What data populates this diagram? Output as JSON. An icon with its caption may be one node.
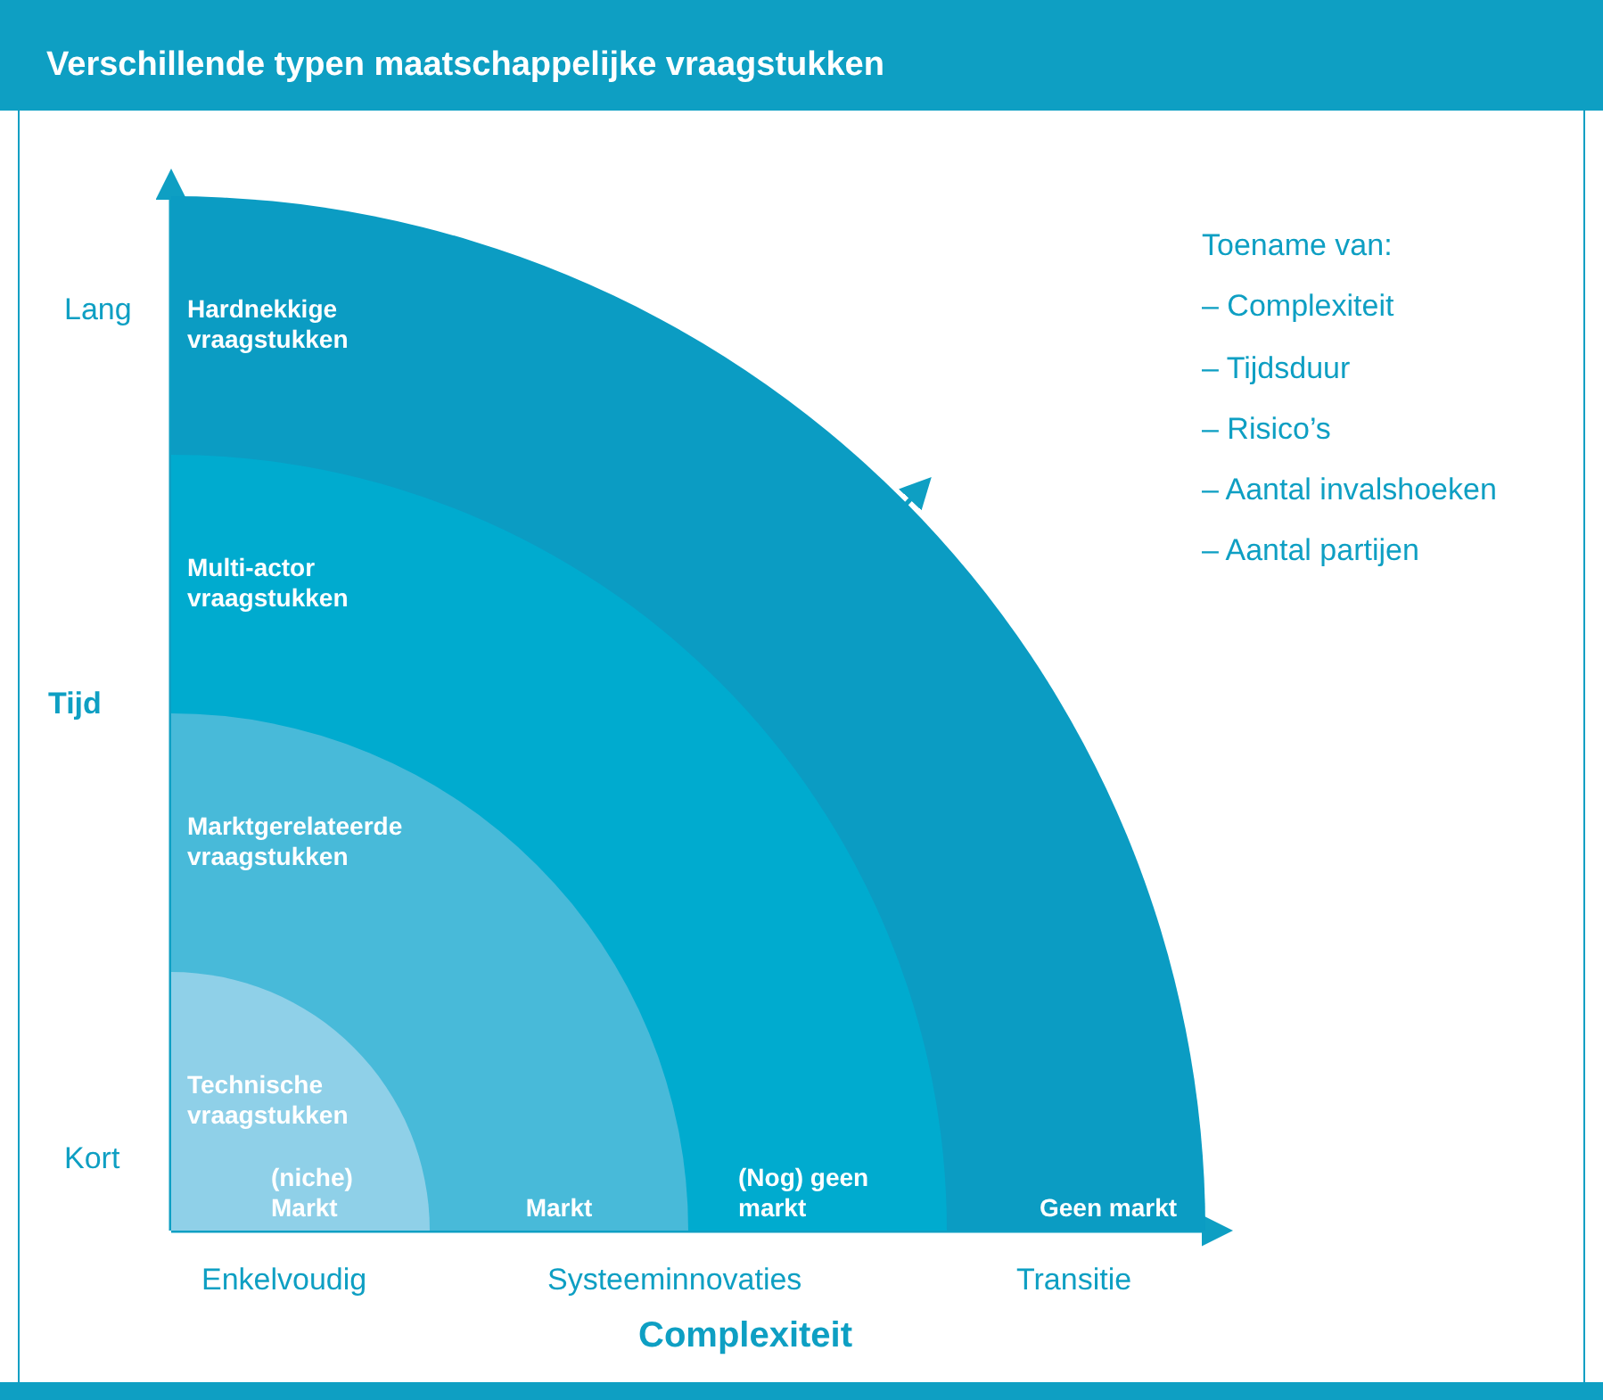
{
  "diagram": {
    "title": "Verschillende typen maatschappelijke vraagstukken",
    "nodes": [
      {
        "text": [
          "Hardnekkige vraagstukken",
          "Geen markt"
        ]
      },
      {
        "text": [
          "Multi-actor vraagstukken",
          "(Nog) geen markt"
        ],
        "in": 0
      },
      {
        "text": [
          "Marktgerelateerde vraagstukken",
          "Markt"
        ],
        "in": 1
      },
      {
        "text": [
          "Technische vraagstukken",
          "(niche) Markt"
        ],
        "in": 2
      }
    ],
    "labels": [
      "Lang",
      "Tijd",
      "Kort",
      "Enkelvoudig",
      "Systeeminnovaties",
      "Transitie",
      "Complexiteit",
      "Toename van:",
      "– Complexiteit",
      "– Tijdsduur",
      "– Risico’s",
      "– Aantal invalshoeken",
      "– Aantal partijen"
    ]
  }
}
